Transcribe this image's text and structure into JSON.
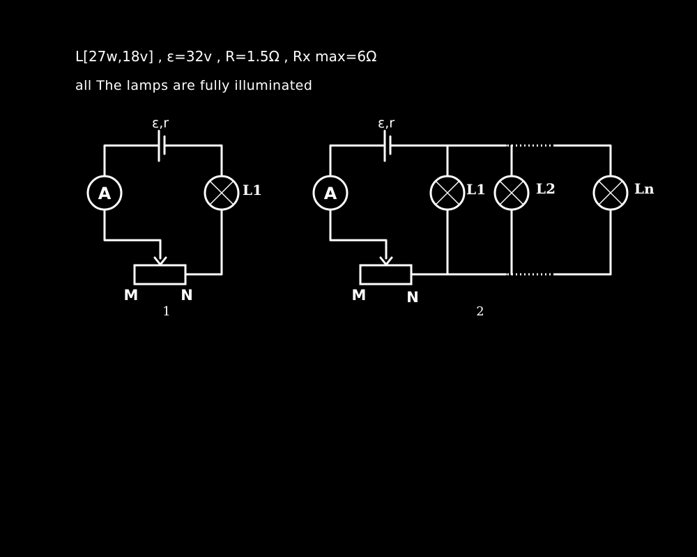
{
  "header": {
    "line1": "L[27w,18v] , ε=32v , R=1.5Ω , Rx max=6Ω",
    "line2": "all The lamps are fully illuminated"
  },
  "circuit1": {
    "source_label": "ε,r",
    "ammeter_label": "A",
    "lamp_label": "L1",
    "rheostat_m": "M",
    "rheostat_n": "N",
    "figure_number": "1"
  },
  "circuit2": {
    "source_label": "ε,r",
    "ammeter_label": "A",
    "lamp1_label": "L1",
    "lamp2_label": "L2",
    "lampn_label": "Ln",
    "rheostat_m": "M",
    "rheostat_n": "N",
    "figure_number": "2"
  }
}
